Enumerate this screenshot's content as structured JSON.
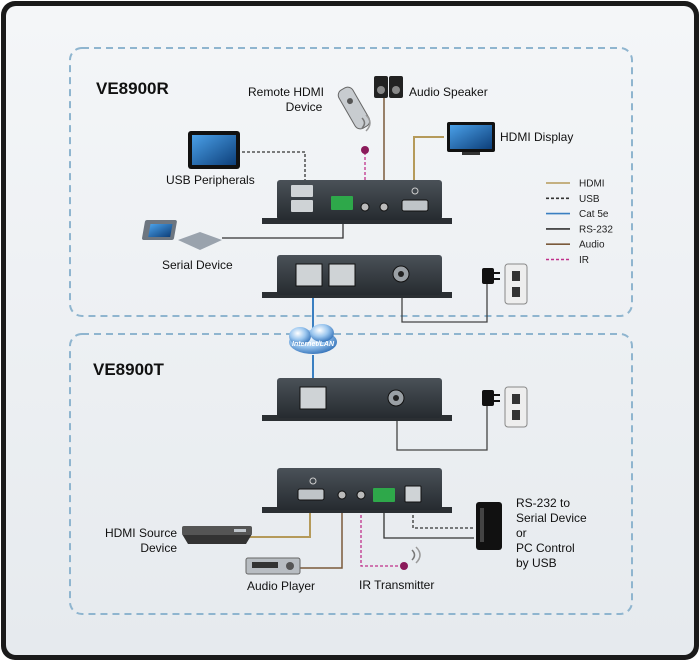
{
  "receiver": {
    "title": "VE8900R",
    "remote_hdmi_device": [
      "Remote HDMI",
      "Device"
    ],
    "audio_speaker": "Audio Speaker",
    "hdmi_display": "HDMI Display",
    "usb_peripherals": "USB Peripherals",
    "serial_device": "Serial Device"
  },
  "transmitter": {
    "title": "VE8900T",
    "hdmi_source_device": [
      "HDMI Source",
      "Device"
    ],
    "audio_player": "Audio Player",
    "ir_transmitter": "IR Transmitter",
    "pc_control": [
      "RS-232 to",
      "Serial Device",
      "or",
      "PC Control",
      "by USB"
    ]
  },
  "cloud_label": "Internet/LAN",
  "legend": [
    {
      "label": "HDMI",
      "color": "#b59a5a",
      "dashed": false
    },
    {
      "label": "USB",
      "color": "#333333",
      "dashed": true
    },
    {
      "label": "Cat 5e",
      "color": "#3a7fc1",
      "dashed": false
    },
    {
      "label": "RS-232",
      "color": "#333333",
      "dashed": false
    },
    {
      "label": "Audio",
      "color": "#7a5a3a",
      "dashed": false
    },
    {
      "label": "IR",
      "color": "#c0308a",
      "dashed": true
    }
  ],
  "colors": {
    "hdmi": "#b59a5a",
    "usb": "#333333",
    "cat5e": "#3a7fc1",
    "rs232": "#333333",
    "audio": "#7a5a3a",
    "ir": "#c0308a",
    "box_border": "#8fb5cf"
  }
}
